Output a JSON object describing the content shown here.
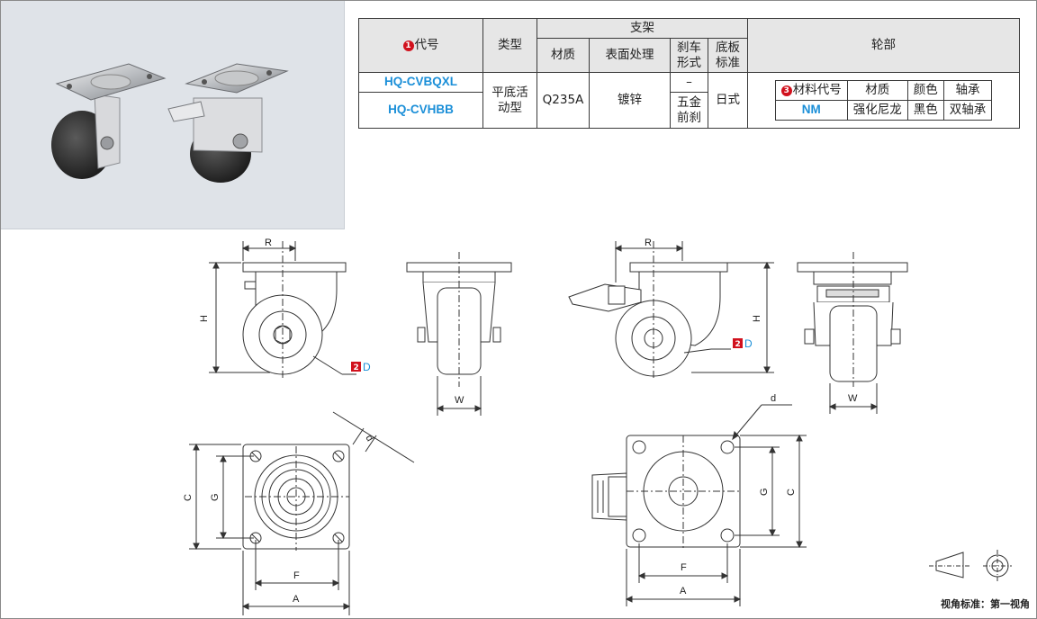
{
  "table": {
    "h_code": "代号",
    "h_type": "类型",
    "h_bracket": "支架",
    "h_material": "材质",
    "h_surface": "表面处理",
    "h_brake_l1": "刹车",
    "h_brake_l2": "形式",
    "h_base_l1": "底板",
    "h_base_l2": "标准",
    "h_wheel": "轮部",
    "marker_1": "1",
    "marker_3": "3",
    "rows": [
      {
        "code": "HQ-CVBQXL",
        "brake": "–"
      },
      {
        "code": "HQ-CVHBB",
        "brake_l1": "五金",
        "brake_l2": "前刹"
      }
    ],
    "type_l1": "平底活",
    "type_l2": "动型",
    "material": "Q235A",
    "surface": "镀锌",
    "base": "日式",
    "wheel": {
      "h_material_code": "材料代号",
      "h_material": "材质",
      "h_color": "颜色",
      "h_bearing": "轴承",
      "material_code": "NM",
      "material": "强化尼龙",
      "color": "黑色",
      "bearing": "双轴承"
    }
  },
  "dims": {
    "R": "R",
    "H": "H",
    "W": "W",
    "D": "D",
    "d": "d",
    "C": "C",
    "G": "G",
    "F": "F",
    "A": "A",
    "marker_2": "2"
  },
  "footnote": "视角标准：第一视角",
  "colors": {
    "accent_blue": "#1b8fd8",
    "marker_red": "#d1111d",
    "photo_bg": "#dfe3e8"
  }
}
